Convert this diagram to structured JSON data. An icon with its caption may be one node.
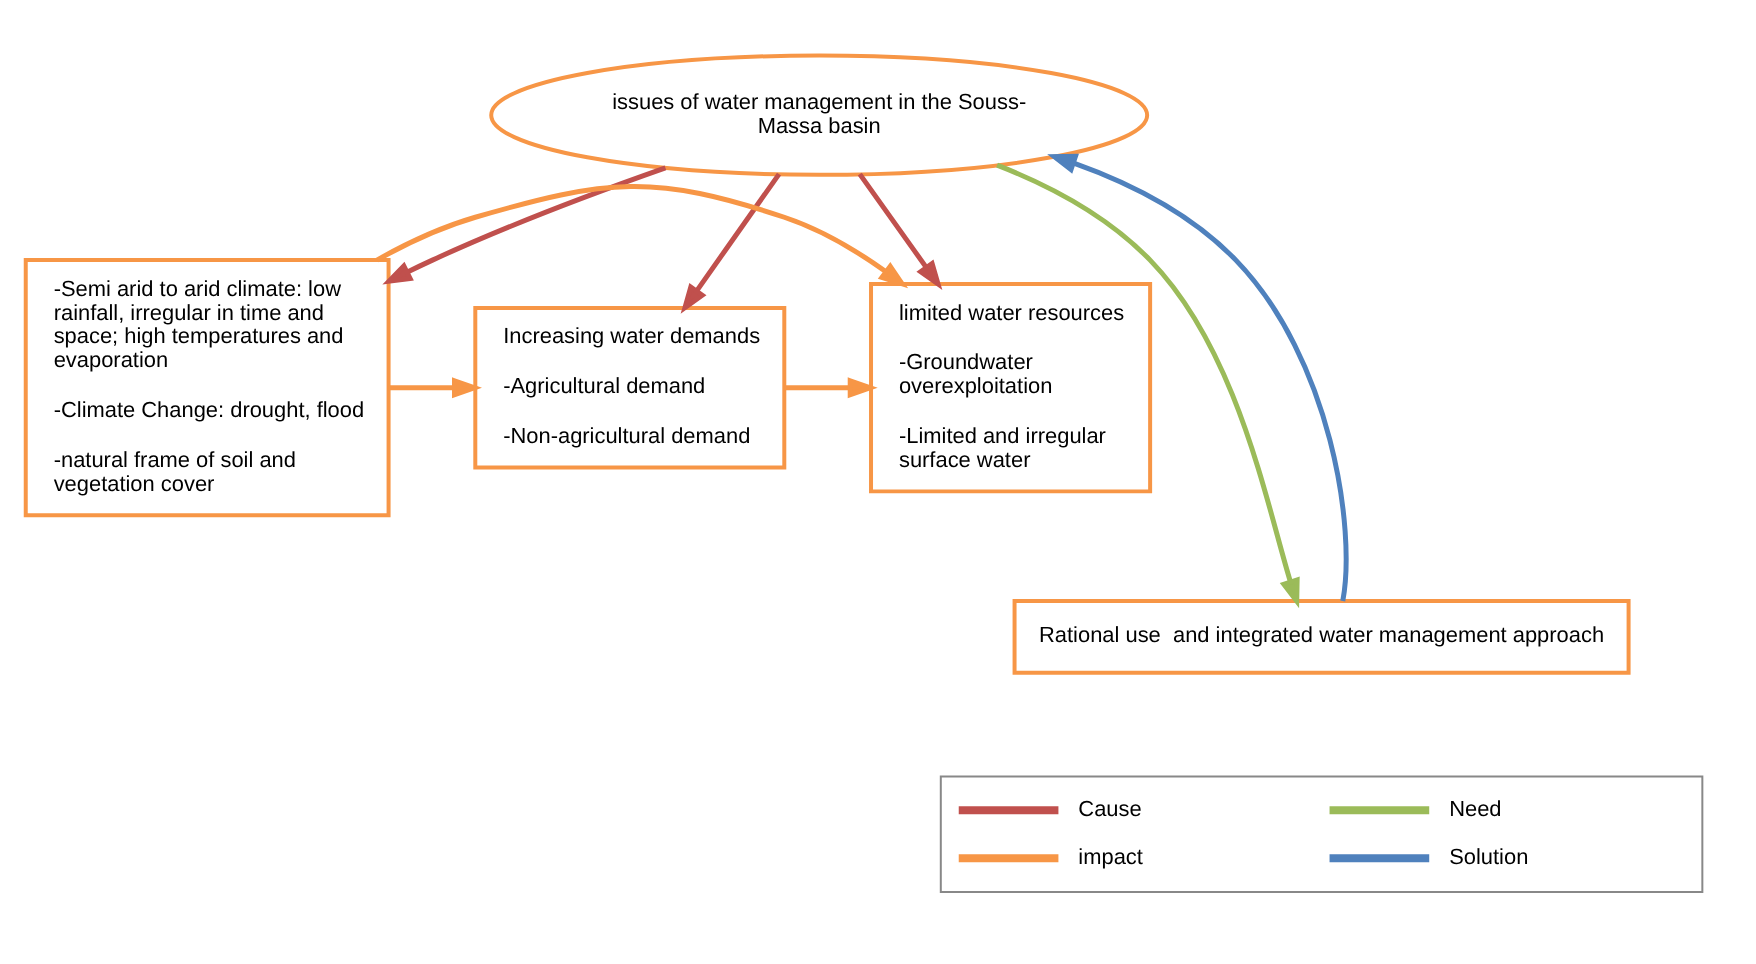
{
  "diagram": {
    "nodes": [
      {
        "text": [
          "issues of water management in the Souss-Massa basin"
        ]
      },
      {
        "text": [
          "-Semi arid to arid climate: low rainfall, irregular in time and space; high temperatures and evaporation",
          "-Climate Change: drought, flood",
          "-natural frame of soil and vegetation cover"
        ]
      },
      {
        "text": [
          "Increasing water demands",
          "-Agricultural demand",
          "-Non-agricultural demand"
        ]
      },
      {
        "text": [
          "limited water resources",
          "-Groundwater overexploitation",
          "-Limited and irregular surface water"
        ]
      },
      {
        "text": [
          "Rational use  and integrated water management approach"
        ]
      }
    ],
    "edges": [
      {
        "from": 0,
        "to": 1,
        "arrow": "to",
        "color": "#c0504d"
      },
      {
        "from": 0,
        "to": 2,
        "arrow": "to",
        "color": "#c0504d"
      },
      {
        "from": 0,
        "to": 3,
        "arrow": "to",
        "color": "#c0504d"
      },
      {
        "from": 1,
        "to": 2,
        "arrow": "to",
        "color": "#f79646"
      },
      {
        "from": 2,
        "to": 3,
        "arrow": "to",
        "color": "#f79646"
      },
      {
        "from": 1,
        "to": 3,
        "arrow": "to",
        "color": "#f79646"
      },
      {
        "from": 4,
        "to": 0,
        "arrow": "to",
        "color": "#4f81bd"
      },
      {
        "from": 0,
        "to": 4,
        "arrow": "to",
        "color": "#9bbb59"
      }
    ],
    "legend": [
      {
        "text": "Cause",
        "color": "#c0504d"
      },
      {
        "text": "Need",
        "color": "#9bbb59"
      },
      {
        "text": "impact",
        "color": "#f79646"
      },
      {
        "text": "Solution",
        "color": "#4f81bd"
      }
    ]
  }
}
